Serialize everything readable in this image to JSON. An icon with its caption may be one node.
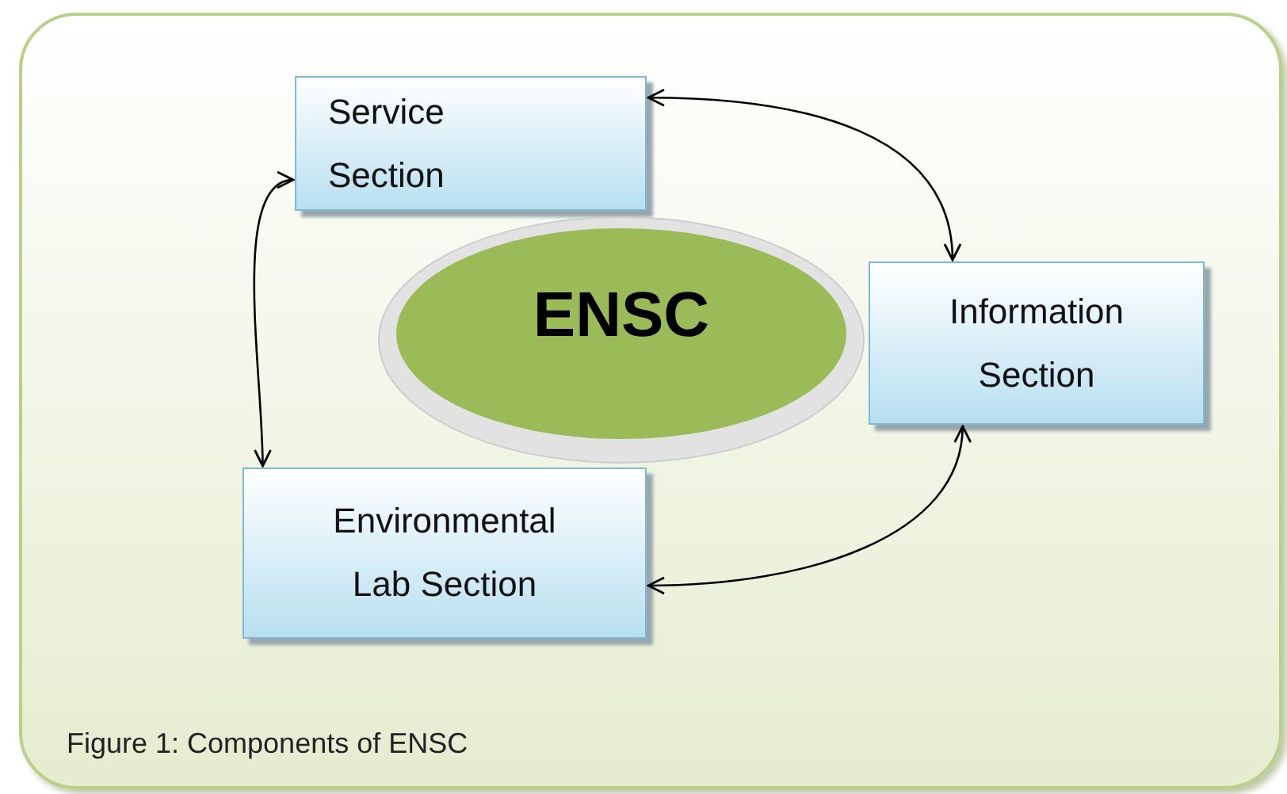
{
  "diagram": {
    "caption": "Figure 1: Components of ENSC",
    "nodes": [
      {
        "text": [
          "Service Section"
        ]
      },
      {
        "text": [
          "ENSC"
        ]
      },
      {
        "text": [
          "Information Section"
        ]
      },
      {
        "text": [
          "Environmental Lab Section"
        ]
      }
    ],
    "edges": [
      {
        "from": 0,
        "to": 2,
        "arrow": "both"
      },
      {
        "from": 0,
        "to": 3,
        "arrow": "both"
      },
      {
        "from": 3,
        "to": 2,
        "arrow": "both"
      }
    ]
  }
}
